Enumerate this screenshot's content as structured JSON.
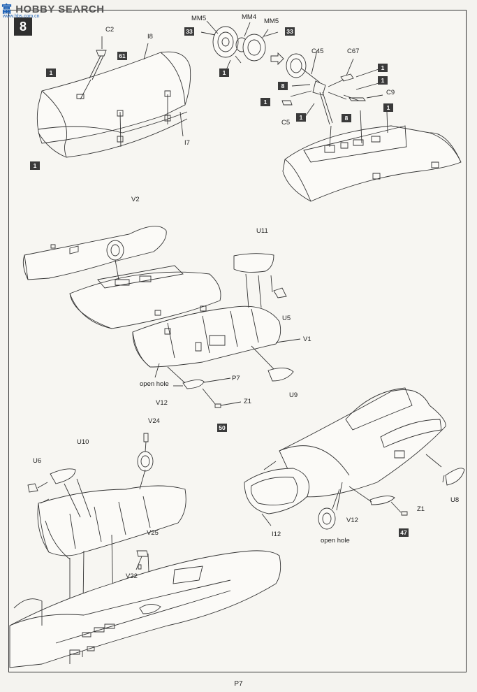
{
  "watermark": {
    "brand_cn": "富",
    "brand": "HOBBY SEARCH",
    "site": "www.hbs.com.cn"
  },
  "step_number": "8",
  "page_number": "P7",
  "labels": {
    "c2": "C2",
    "i8": "I8",
    "i7": "I7",
    "mm5_a": "MM5",
    "mm4": "MM4",
    "mm5_b": "MM5",
    "c45": "C45",
    "c67": "C67",
    "c9": "C9",
    "c5": "C5",
    "v2": "V2",
    "u11": "U11",
    "u5": "U5",
    "v1": "V1",
    "p7": "P7",
    "open_hole_1": "open hole",
    "v12_a": "V12",
    "z1_a": "Z1",
    "u9": "U9",
    "v24": "V24",
    "u10": "U10",
    "u6": "U6",
    "v25": "V25",
    "v22": "V22",
    "u8": "U8",
    "z1_b": "Z1",
    "v12_b": "V12",
    "i12": "I12",
    "open_hole_2": "open hole"
  },
  "boxes": {
    "b61": "61",
    "b1_a": "1",
    "b1_b": "1",
    "b33_a": "33",
    "b33_b": "33",
    "b1_c": "1",
    "b1_d": "1",
    "b8_a": "8",
    "b1_e": "1",
    "b8_b": "8",
    "b1_f": "1",
    "b1_g": "1",
    "b1_h": "1",
    "b50": "50",
    "b47": "47"
  }
}
